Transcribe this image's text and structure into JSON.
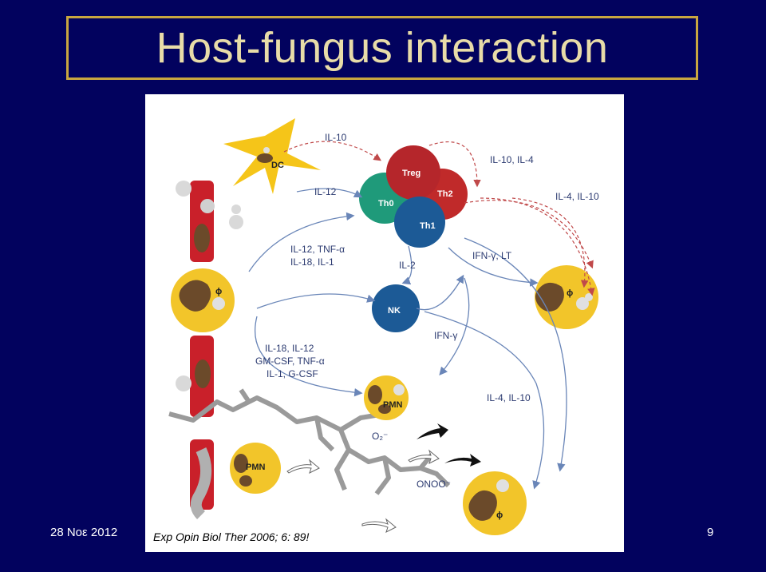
{
  "slide": {
    "title": "Host-fungus interaction",
    "date": "28 Νοε 2012",
    "page_number": "9",
    "citation": "Exp Opin Biol Ther 2006; 6: 89!"
  },
  "diagram": {
    "cells": {
      "dc": "DC",
      "treg": "Treg",
      "th0": "Th0",
      "th2": "Th2",
      "th1": "Th1",
      "nk": "NK",
      "pmn_upper": "PMN",
      "pmn_lower": "PMN",
      "phi_left": "ϕ",
      "phi_right": "ϕ",
      "phi_bottom": "ϕ"
    },
    "labels": {
      "il10_top": "IL-10",
      "il10_il4": "IL-10, IL-4",
      "il12": "IL-12",
      "il4_il10_right": "IL-4, IL-10",
      "il12_tnf": "IL-12, TNF-α",
      "il18_il1": "IL-18, IL-1",
      "il2": "IL-2",
      "ifn_lt": "IFN-γ, LT",
      "ifn": "IFN-γ",
      "il18_il12": "IL-18, IL-12",
      "gmcsf_tnf": "GM-CSF, TNF-α",
      "il1_gcsf": "IL-1, G-CSF",
      "il4_il10_lower": "IL-4, IL-10",
      "o2": "O₂⁻",
      "onoo": "ONOO⁻"
    },
    "colors": {
      "dc": "#f5c519",
      "treg": "#b5262b",
      "th0": "#1f9a7a",
      "th2": "#c02a2a",
      "th1": "#1c5a96",
      "nk": "#1c5a96",
      "macrophage": "#f2c52a",
      "vessel": "#c9202a",
      "hyphae": "#9a9a9a",
      "arrow": "#6a86b8",
      "dashed_arrow": "#c0494a"
    }
  }
}
